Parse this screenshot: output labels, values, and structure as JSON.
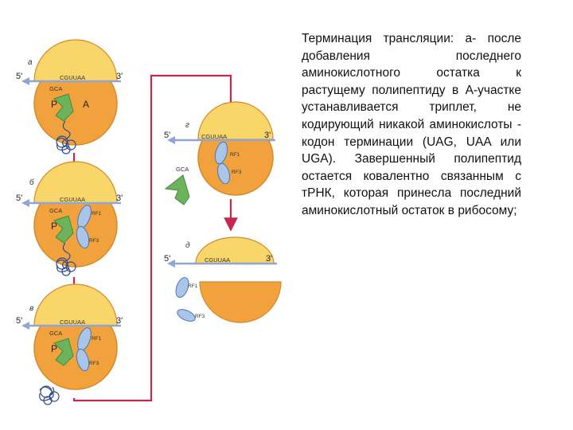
{
  "labels": {
    "end5": "5'",
    "end3": "3'",
    "codon_stop": "CGUUAA",
    "anticodon": "GCA",
    "site_p": "P",
    "site_a": "A",
    "rf1": "RF1",
    "rf3": "RF3",
    "stage_a": "а",
    "stage_b": "б",
    "stage_v": "в",
    "stage_g": "г",
    "stage_d": "д"
  },
  "description": "Терминация трансляции: а- после добавления последнего аминокислотного остатка к растущему полипептиду в А-участке устанавливается триплет, не кодирующий никакой аминокислоты - кодон терминации (UAG, UAA или UGA). Завершенный полипептид остается ковалентно связанным с тРНК, которая принесла последний аминокислотный остаток в рибосому;",
  "colors": {
    "small_subunit": "#F9D66A",
    "large_subunit": "#F2A23C",
    "subunit_outline": "#D58A2A",
    "trna": "#6DB35C",
    "release_factor": "#A9C6EA",
    "release_factor_outline": "#4A76B0",
    "mrna": "#8FA6D4",
    "arrow": "#C8264E",
    "peptide": "#2C4A8C"
  }
}
